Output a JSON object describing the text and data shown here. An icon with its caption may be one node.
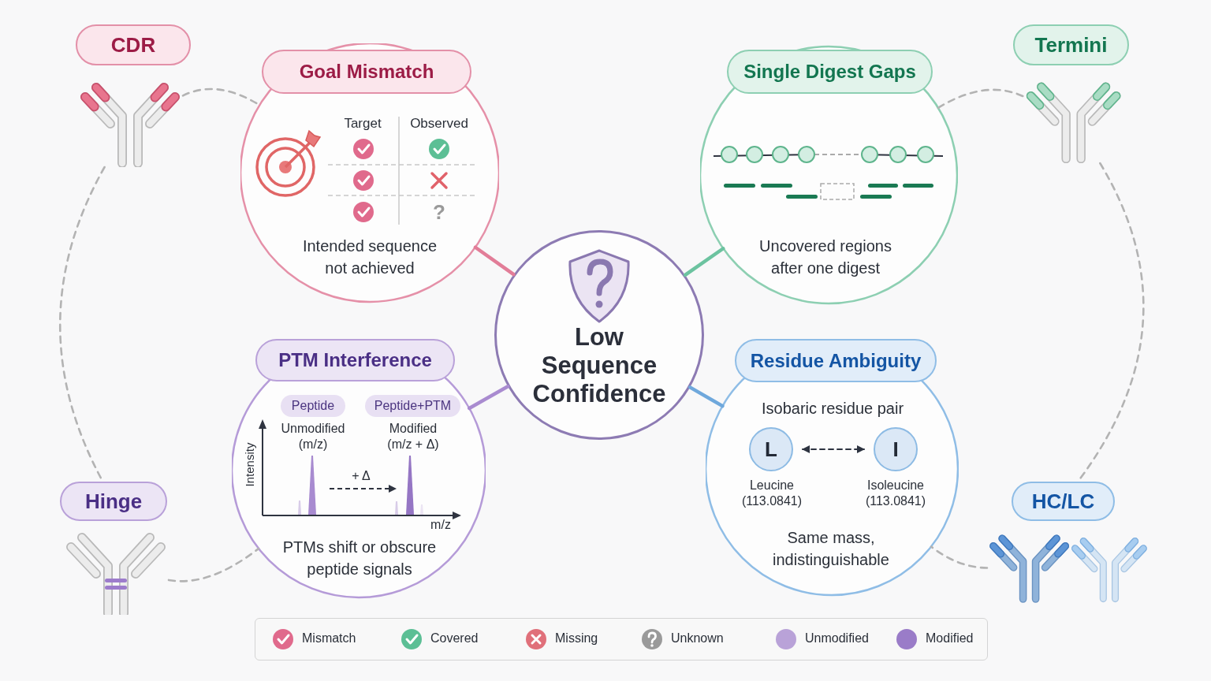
{
  "diagram": {
    "nodes": [
      {
        "text": [
          "CDR"
        ]
      },
      {
        "text": [],
        "shape": "picture"
      },
      {
        "text": [
          "Goal Mismatch",
          "Intended sequence not achieved"
        ]
      },
      {
        "text": [
          "Single Digest Gaps",
          "Uncovered regions after one digest"
        ]
      },
      {
        "text": [
          "Termini"
        ]
      },
      {
        "text": [],
        "shape": "picture"
      },
      {
        "text": [
          "Low Sequence Confidence"
        ]
      },
      {
        "text": [
          "PTM Interference",
          "PTMs shift or obscure peptide signals"
        ]
      },
      {
        "text": [
          "Peptide"
        ],
        "in": 7
      },
      {
        "text": [
          "Peptide+PTM"
        ],
        "in": 7
      },
      {
        "text": [
          "Residue Ambiguity",
          "Isobaric residue pair",
          "Same mass, indistinguishable"
        ]
      },
      {
        "text": [
          "L"
        ],
        "in": 10,
        "beside": [
          "Leucine (113.0841)"
        ]
      },
      {
        "text": [
          "I"
        ],
        "in": 10,
        "beside": [
          "Isoleucine (113.0841)"
        ]
      },
      {
        "text": [
          "Hinge"
        ]
      },
      {
        "text": [],
        "shape": "picture"
      },
      {
        "text": [
          "HC/LC"
        ]
      },
      {
        "text": [],
        "shape": "picture"
      }
    ],
    "edges": [
      {
        "from": 6,
        "to": 2,
        "arrow": "none",
        "color": "#e27d98"
      },
      {
        "from": 6,
        "to": 3,
        "arrow": "none",
        "color": "#6cc3a0"
      },
      {
        "from": 6,
        "to": 7,
        "arrow": "none",
        "color": "#a98bd0"
      },
      {
        "from": 6,
        "to": 10,
        "arrow": "none",
        "color": "#6fa8dc"
      },
      {
        "from": 1,
        "to": 2,
        "arrow": "none",
        "style": "dashed"
      },
      {
        "from": 1,
        "to": 13,
        "arrow": "none",
        "style": "dashed"
      },
      {
        "from": 14,
        "to": 7,
        "arrow": "none",
        "style": "dashed"
      },
      {
        "from": 3,
        "to": 5,
        "arrow": "none",
        "style": "dashed"
      },
      {
        "from": 5,
        "to": 15,
        "arrow": "none",
        "style": "dashed"
      },
      {
        "from": 16,
        "to": 10,
        "arrow": "none",
        "style": "dashed"
      },
      {
        "from": 11,
        "to": 12,
        "arrow": "both",
        "style": "dashed",
        "color": "#2d3340"
      }
    ],
    "labels": [
      "Target",
      "Observed",
      "?",
      "Unmodified (m/z)",
      "Modified (m/z + Δ)",
      "Intensity",
      "+ Δ",
      "m/z"
    ],
    "legend": [
      {
        "text": "Mismatch",
        "color": "#e06a8c"
      },
      {
        "text": "Covered",
        "color": "#5cbf95"
      },
      {
        "text": "Missing",
        "color": "#e0707a"
      },
      {
        "text": "Unknown",
        "color": "#9a9a9a"
      },
      {
        "text": "Unmodified",
        "color": "#b9a2d8"
      },
      {
        "text": "Modified",
        "color": "#9a7cc8"
      }
    ]
  }
}
